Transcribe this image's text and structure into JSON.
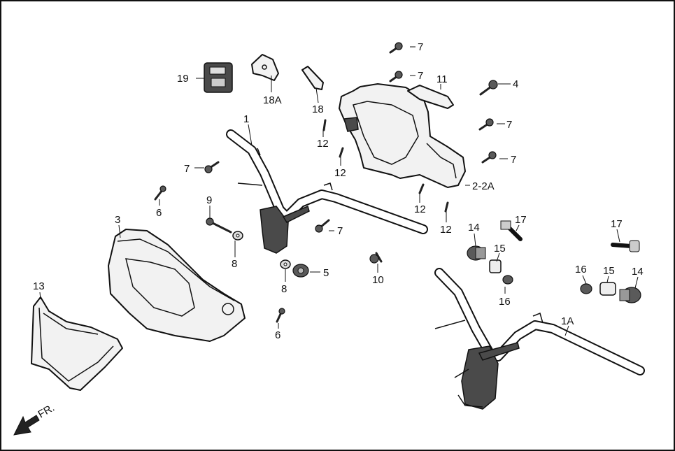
{
  "fr_label": "FR.",
  "callouts": {
    "p1": "1",
    "p1a": "1A",
    "p2": "2-2A",
    "p3": "3",
    "p4": "4",
    "p5": "5",
    "p6a": "6",
    "p6b": "6",
    "p7a": "7",
    "p7b": "7",
    "p7c": "7",
    "p7d": "7",
    "p7e": "7",
    "p7f": "7",
    "p8a": "8",
    "p8b": "8",
    "p9": "9",
    "p10": "10",
    "p11": "11",
    "p12a": "12",
    "p12b": "12",
    "p12c": "12",
    "p12d": "12",
    "p13": "13",
    "p14a": "14",
    "p14b": "14",
    "p15a": "15",
    "p15b": "15",
    "p16a": "16",
    "p16b": "16",
    "p17a": "17",
    "p17b": "17",
    "p18": "18",
    "p18a": "18A",
    "p19": "19"
  }
}
